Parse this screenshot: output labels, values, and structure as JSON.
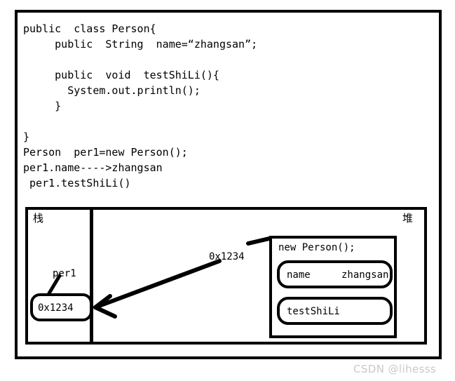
{
  "code": {
    "lines": [
      "public  class Person{",
      "     public  String  name=“zhangsan”;",
      "",
      "     public  void  testShiLi(){",
      "       System.out.println();",
      "     }",
      "",
      "}",
      "Person  per1=new Person();",
      "per1.name---->zhangsan",
      " per1.testShiLi()"
    ]
  },
  "diagram": {
    "stack_label": "栈",
    "heap_label": "堆",
    "stack_slot_value": "0x1234",
    "stack_variable_label": "per1",
    "reference_value_label": "0x1234",
    "heap_object": {
      "title": "new Person();",
      "fields": [
        {
          "key": "name",
          "value": "zhangsan"
        },
        {
          "key": "testShiLi",
          "value": ""
        }
      ]
    }
  },
  "watermark": {
    "text": "CSDN @lihesss"
  }
}
